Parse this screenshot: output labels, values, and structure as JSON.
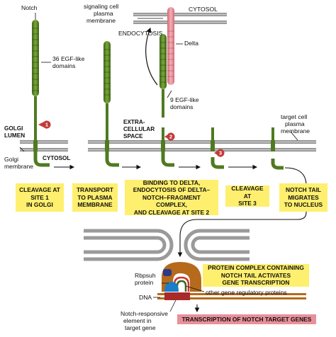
{
  "labels": {
    "notch": "Notch",
    "egf36": "36 EGF-like\ndomains",
    "signaling_membrane": "signaling cell\nplasma\nmembrane",
    "cytosol_top": "CYTOSOL",
    "endocytosis": "ENDOCYTOSIS",
    "delta": "Delta",
    "egf9": "9 EGF-like\ndomains",
    "golgi_lumen": "GOLGI\nLUMEN",
    "extracellular": "EXTRA-\nCELLULAR\nSPACE",
    "target_membrane": "target cell\nplasma\nmembrane",
    "cytosol_mid": "CYTOSOL",
    "golgi_membrane": "Golgi\nmembrane",
    "rbpsuh": "Rbpsuh\nprotein",
    "other_proteins": "other gene regulatory proteins",
    "dna": "DNA",
    "notch_responsive": "Notch-responsive\nelement in\ntarget gene"
  },
  "sites": [
    "1",
    "2",
    "3"
  ],
  "steps": [
    "CLEAVAGE AT\nSITE 1\nIN GOLGI",
    "TRANSPORT\nTO PLASMA\nMEMBRANE",
    "BINDING TO DELTA,\nENDOCYTOSIS OF DELTA–\nNOTCH–FRAGMENT COMPLEX,\nAND CLEAVAGE AT SITE 2",
    "CLEAVAGE AT\nSITE 3",
    "NOTCH TAIL\nMIGRATES\nTO NUCLEUS"
  ],
  "protein_complex_box": "PROTEIN COMPLEX CONTAINING\nNOTCH TAIL ACTIVATES\nGENE TRANSCRIPTION",
  "transcription_box": "TRANSCRIPTION OF NOTCH TARGET GENES",
  "colors": {
    "notch_green": "#5f8a2a",
    "notch_dark": "#3f6618",
    "membrane_gray": "#9a9a9a",
    "delta_pink": "#e8909a",
    "yellow_box": "#ffef6e",
    "site_red": "#c23a3a",
    "complex_brown": "#b56a1c"
  }
}
